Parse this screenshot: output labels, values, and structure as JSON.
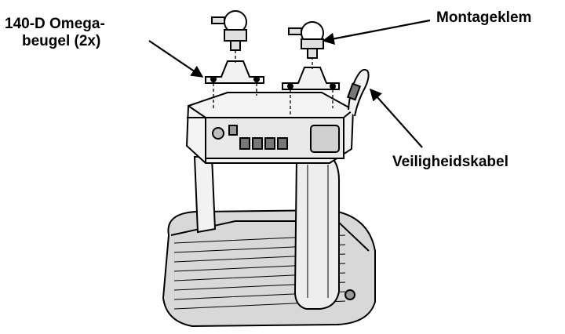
{
  "labels": {
    "omega_line1": "140-D Omega-",
    "omega_line2": "beugel (2x)",
    "montageklem": "Montageklem",
    "veiligheidskabel": "Veiligheidskabel"
  },
  "colors": {
    "ink": "#000000",
    "fill_light": "#ffffff",
    "fill_grey": "#e6e6e6",
    "fill_dark": "#bdbdbd"
  }
}
